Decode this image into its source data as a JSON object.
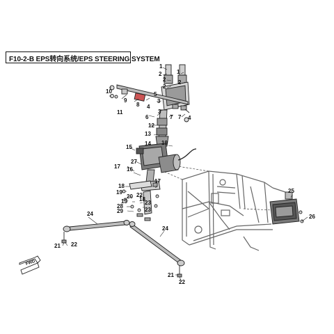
{
  "diagram": {
    "title": "F10-2-B EPS转向系统/EPS STEERING SYSTEM",
    "forward_arrow_label": "FWD",
    "callouts": [
      {
        "id": "c1a",
        "label": "1"
      },
      {
        "id": "c1b",
        "label": "1"
      },
      {
        "id": "c2a",
        "label": "2"
      },
      {
        "id": "c2b",
        "label": "2"
      },
      {
        "id": "c2c",
        "label": "2"
      },
      {
        "id": "c2d",
        "label": "2"
      },
      {
        "id": "c3a",
        "label": "3"
      },
      {
        "id": "c3b",
        "label": "3"
      },
      {
        "id": "c4a",
        "label": "4"
      },
      {
        "id": "c4b",
        "label": "4"
      },
      {
        "id": "c5",
        "label": "5"
      },
      {
        "id": "c6",
        "label": "6"
      },
      {
        "id": "c7a",
        "label": "7"
      },
      {
        "id": "c7b",
        "label": "7"
      },
      {
        "id": "c8",
        "label": "8"
      },
      {
        "id": "c9",
        "label": "9"
      },
      {
        "id": "c10",
        "label": "10"
      },
      {
        "id": "c11",
        "label": "11"
      },
      {
        "id": "c12",
        "label": "12"
      },
      {
        "id": "c13a",
        "label": "13"
      },
      {
        "id": "c13b",
        "label": "13"
      },
      {
        "id": "c14",
        "label": "14"
      },
      {
        "id": "c15",
        "label": "15"
      },
      {
        "id": "c16",
        "label": "16"
      },
      {
        "id": "c17a",
        "label": "17"
      },
      {
        "id": "c17b",
        "label": "17"
      },
      {
        "id": "c18a",
        "label": "18"
      },
      {
        "id": "c18b",
        "label": "18"
      },
      {
        "id": "c19a",
        "label": "19"
      },
      {
        "id": "c19b",
        "label": "19"
      },
      {
        "id": "c20",
        "label": "20"
      },
      {
        "id": "c21a",
        "label": "21"
      },
      {
        "id": "c21b",
        "label": "21"
      },
      {
        "id": "c22a",
        "label": "22"
      },
      {
        "id": "c22b",
        "label": "22"
      },
      {
        "id": "c22c",
        "label": "22"
      },
      {
        "id": "c23a",
        "label": "23"
      },
      {
        "id": "c23b",
        "label": "23"
      },
      {
        "id": "c24a",
        "label": "24"
      },
      {
        "id": "c24b",
        "label": "24"
      },
      {
        "id": "c25",
        "label": "25"
      },
      {
        "id": "c26",
        "label": "26"
      },
      {
        "id": "c27",
        "label": "27"
      },
      {
        "id": "c28",
        "label": "28"
      },
      {
        "id": "c29",
        "label": "29"
      }
    ]
  },
  "colors": {
    "line": "#222222",
    "frame": "#555555",
    "part_fill": "#bdbdbd",
    "part_dark": "#6b6b6b",
    "background": "#ffffff"
  }
}
